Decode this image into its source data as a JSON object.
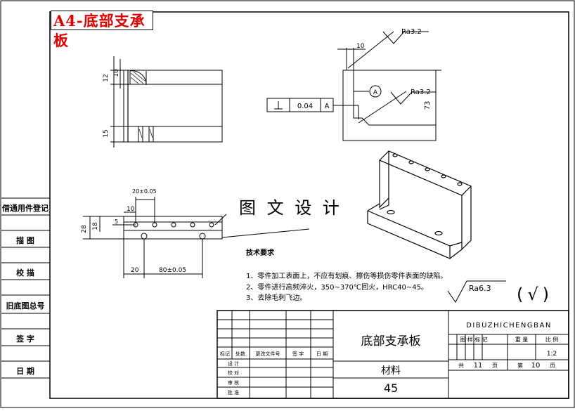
{
  "banner": {
    "title": "A4-底部支承板"
  },
  "side_column": {
    "r1": "借通用件登记",
    "r2": "描 图",
    "r3": "校 描",
    "r4": "旧底图总号",
    "r5": "签 字",
    "r6": "日 期"
  },
  "watermark": "图 文 设 计",
  "front_view": {
    "dim_12": "12",
    "dim_10": "10",
    "dim_15": "15"
  },
  "side_view": {
    "roughness_top": "Ra3.2",
    "roughness_mid": "Ra3.2",
    "dim_10": "10",
    "dim_73": "73",
    "datum": "A",
    "fcf_tol": "0.04",
    "fcf_datum": "A"
  },
  "top_view": {
    "dim_20tol": "20±0.05",
    "dim_10": "10",
    "dim_5": "5",
    "dim_18": "18",
    "dim_28": "28",
    "dim_20": "20",
    "dim_80tol": "80±0.05"
  },
  "tech_req": {
    "heading": "技术要求",
    "line1": "1、零件加工表面上，不应有划痕、擦伤等损伤零件表面的缺陷。",
    "line2": "2、零件进行高频淬火，350~370℃回火，HRC40~45。",
    "line3": "3、去除毛刺飞边。"
  },
  "roughness_general": {
    "value": "Ra6.3",
    "bracket": "(√)"
  },
  "title_block": {
    "part_name": "底部支承板",
    "material_label": "材料",
    "material_value": "45",
    "pinyin": "DIBUZHICHENGBAN",
    "h_stage": "图 样 标 记",
    "h_weight": "重 量",
    "h_scale": "比 例",
    "scale": "1:2",
    "total_label": "共",
    "total": "11",
    "page_unit1": "页",
    "sheet_label": "第",
    "sheet": "10",
    "page_unit2": "页",
    "rev_mark": "标记",
    "rev_count": "处数",
    "rev_doc": "更改文件号",
    "rev_sign": "签 字",
    "rev_date": "日 期",
    "design": "设 计",
    "check": "校 对",
    "review": "审 核",
    "approve": "批 准"
  }
}
